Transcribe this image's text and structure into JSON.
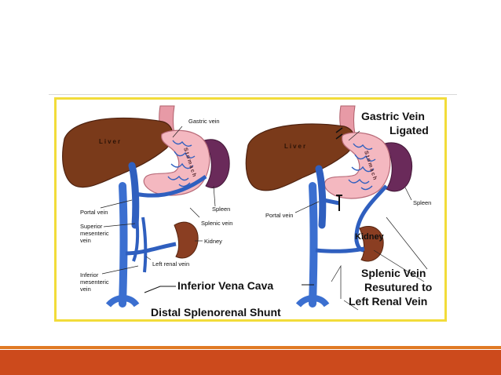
{
  "slide": {
    "colors": {
      "frame_border": "#f2dc3a",
      "footer_bar": "#cc4a1c",
      "footer_accent": "#e07a24",
      "vein_blue": "#2f5fbf",
      "liver_brown": "#7a3a1a",
      "spleen_purple": "#6a2a5a",
      "stomach_pink": "#f4b8c0"
    }
  },
  "figure": {
    "left_panel": {
      "liver": "Liver",
      "stomach": "Stomach",
      "gastric_vein": "Gastric vein",
      "spleen": "Spleen",
      "portal_vein": "Portal vein",
      "splenic_vein": "Splenic vein",
      "superior_mesenteric": [
        "Superior",
        "mesenteric",
        "vein"
      ],
      "kidney": "Kidney",
      "left_renal_vein": "Left renal vein",
      "inferior_mesenteric": [
        "Inferior",
        "mesenteric",
        "vein"
      ]
    },
    "right_panel": {
      "liver": "Liver",
      "stomach": "Stomach",
      "gastric_vein_ligated": [
        "Gastric Vein",
        "Ligated"
      ],
      "spleen": "Spleen",
      "portal_vein": "Portal vein",
      "kidney": "Kidney",
      "splenic_vein_resutured": [
        "Splenic Vein",
        "Resutured to",
        "Left Renal Vein"
      ]
    },
    "inferior_vena_cava": "Inferior Vena Cava",
    "title": "Distal Splenorenal Shunt"
  }
}
